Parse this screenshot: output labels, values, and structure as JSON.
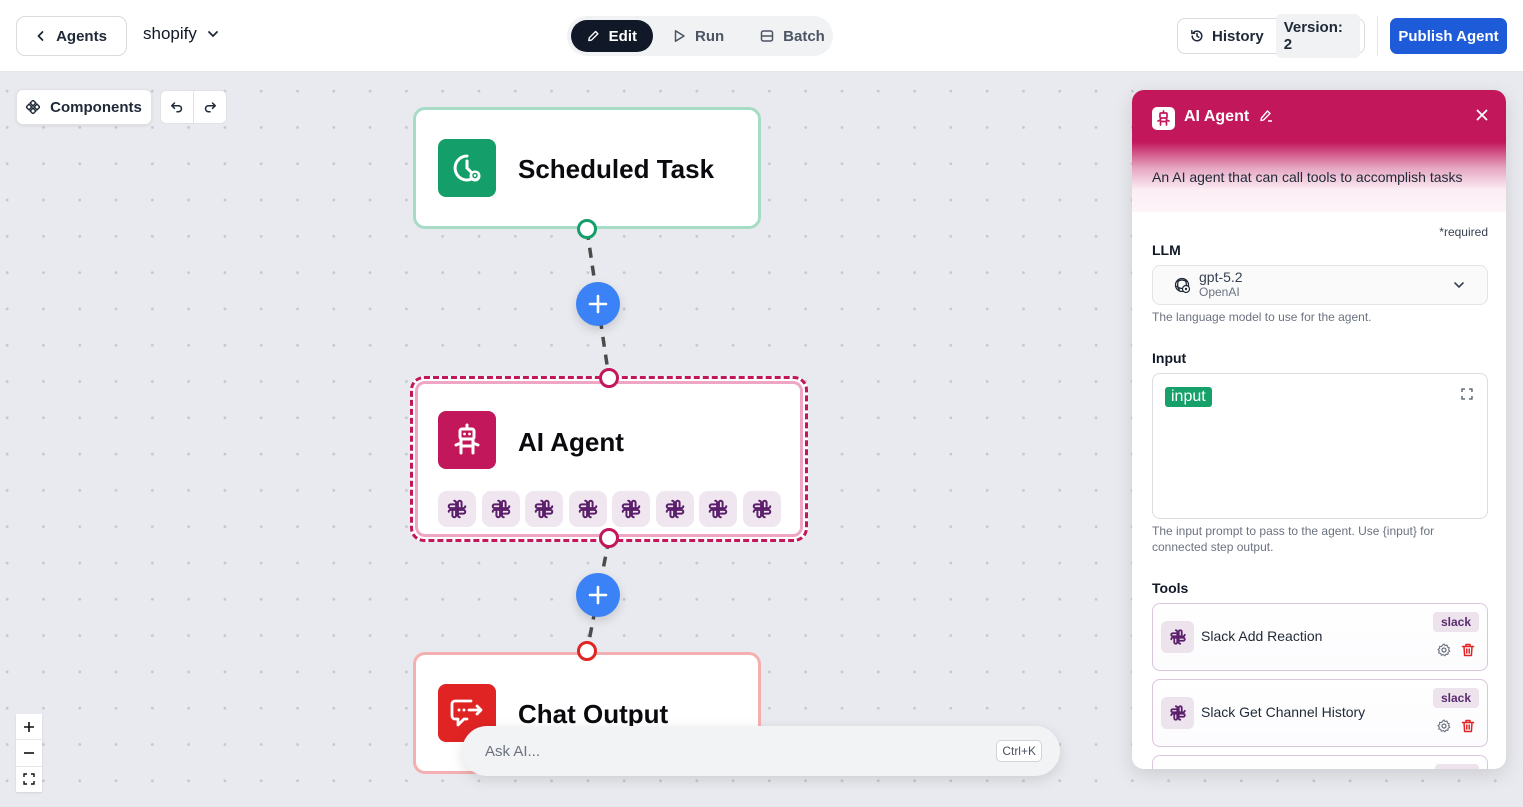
{
  "header": {
    "back_label": "Agents",
    "agent_name": "shopify",
    "modes": [
      {
        "label": "Edit",
        "icon": "pencil-icon",
        "active": true
      },
      {
        "label": "Run",
        "icon": "play-icon",
        "active": false
      },
      {
        "label": "Batch",
        "icon": "batch-icon",
        "active": false
      }
    ],
    "history_label": "History",
    "version_label": "Version: 2",
    "publish_label": "Publish Agent",
    "publish_color": "#1d5bd8"
  },
  "canvas": {
    "components_label": "Components",
    "nodes": [
      {
        "title": "Scheduled Task",
        "icon": "clock-icon",
        "color": "#149e6a",
        "border": "#a6dcc5"
      },
      {
        "title": "AI Agent",
        "icon": "robot-icon",
        "color": "#c2185b",
        "border": "#c2185b",
        "selected": true,
        "tool_count": 8,
        "tool_icon": "slack-icon"
      },
      {
        "title": "Chat Output",
        "icon": "chat-output-icon",
        "color": "#e02424",
        "border": "#f4b0b0"
      }
    ],
    "ask_ai": {
      "placeholder": "Ask AI...",
      "shortcut": "Ctrl+K"
    },
    "zoom": {
      "in": "+",
      "out": "−",
      "fit": "fit-view"
    }
  },
  "panel": {
    "title": "AI Agent",
    "description": "An AI agent that can call tools to accomplish tasks",
    "required_note": "*required",
    "llm": {
      "label": "LLM",
      "model": "gpt-5.2",
      "provider": "OpenAI",
      "help": "The language model to use for the agent."
    },
    "input": {
      "label": "Input",
      "tag": "input",
      "help": "The input prompt to pass to the agent. Use {input} for connected step output."
    },
    "tools": {
      "label": "Tools",
      "items": [
        {
          "name": "Slack Add Reaction",
          "badge": "slack"
        },
        {
          "name": "Slack Get Channel History",
          "badge": "slack"
        },
        {
          "name": "",
          "badge": ""
        }
      ]
    }
  }
}
